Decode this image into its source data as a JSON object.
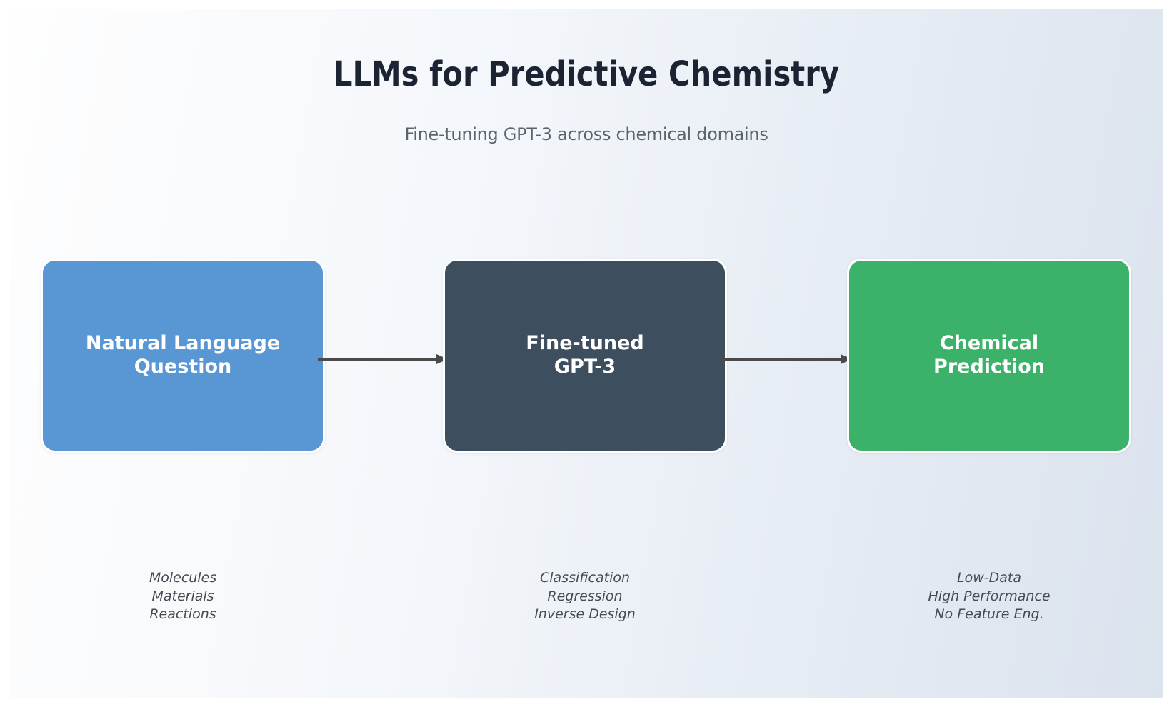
{
  "title": "LLMs for Predictive Chemistry",
  "subtitle": "Fine-tuning GPT-3 across chemical domains",
  "flow": {
    "nodes": [
      {
        "id": "natural-language-question",
        "label": "Natural Language\nQuestion",
        "color": "#5897d4",
        "caption_lines": [
          "Molecules",
          "Materials",
          "Reactions"
        ]
      },
      {
        "id": "fine-tuned-gpt3",
        "label": "Fine-tuned\nGPT-3",
        "color": "#3d4e5e",
        "caption_lines": [
          "Classification",
          "Regression",
          "Inverse Design"
        ]
      },
      {
        "id": "chemical-prediction",
        "label": "Chemical\nPrediction",
        "color": "#3bb169",
        "caption_lines": [
          "Low-Data",
          "High Performance",
          "No Feature Eng."
        ]
      }
    ],
    "edges": [
      {
        "from": "natural-language-question",
        "to": "fine-tuned-gpt3"
      },
      {
        "from": "fine-tuned-gpt3",
        "to": "chemical-prediction"
      }
    ]
  },
  "colors": {
    "title_text": "#1c2433",
    "subtitle_text": "#5b646e",
    "caption_text": "#454b54",
    "node_text": "#ffffff",
    "arrow": "#4a4a4a",
    "background_left": "#fdfdfe",
    "background_right": "#dbe3ee"
  }
}
